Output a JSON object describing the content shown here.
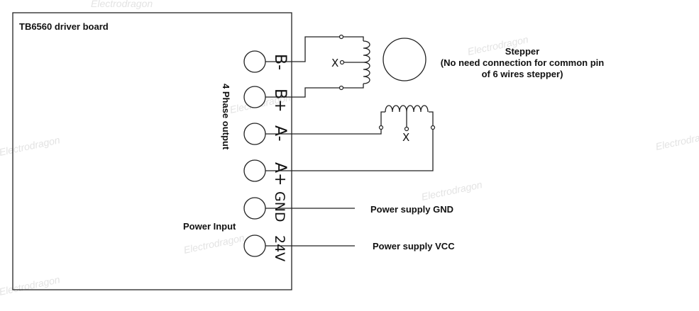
{
  "board": {
    "title": "TB6560 driver board",
    "phase_output_label": "4 Phase output",
    "power_input_label": "Power Input"
  },
  "terminals": [
    "B-",
    "B+",
    "A-",
    "A+",
    "GND",
    "24V"
  ],
  "stepper": {
    "title": "Stepper",
    "note_line1": "(No need connection for common pin",
    "note_line2": "of 6 wires stepper)",
    "common_pin_label_b": "X",
    "common_pin_label_a": "X"
  },
  "power": {
    "gnd_label": "Power supply GND",
    "vcc_label": "Power supply VCC"
  },
  "watermark": "Electrodragon"
}
